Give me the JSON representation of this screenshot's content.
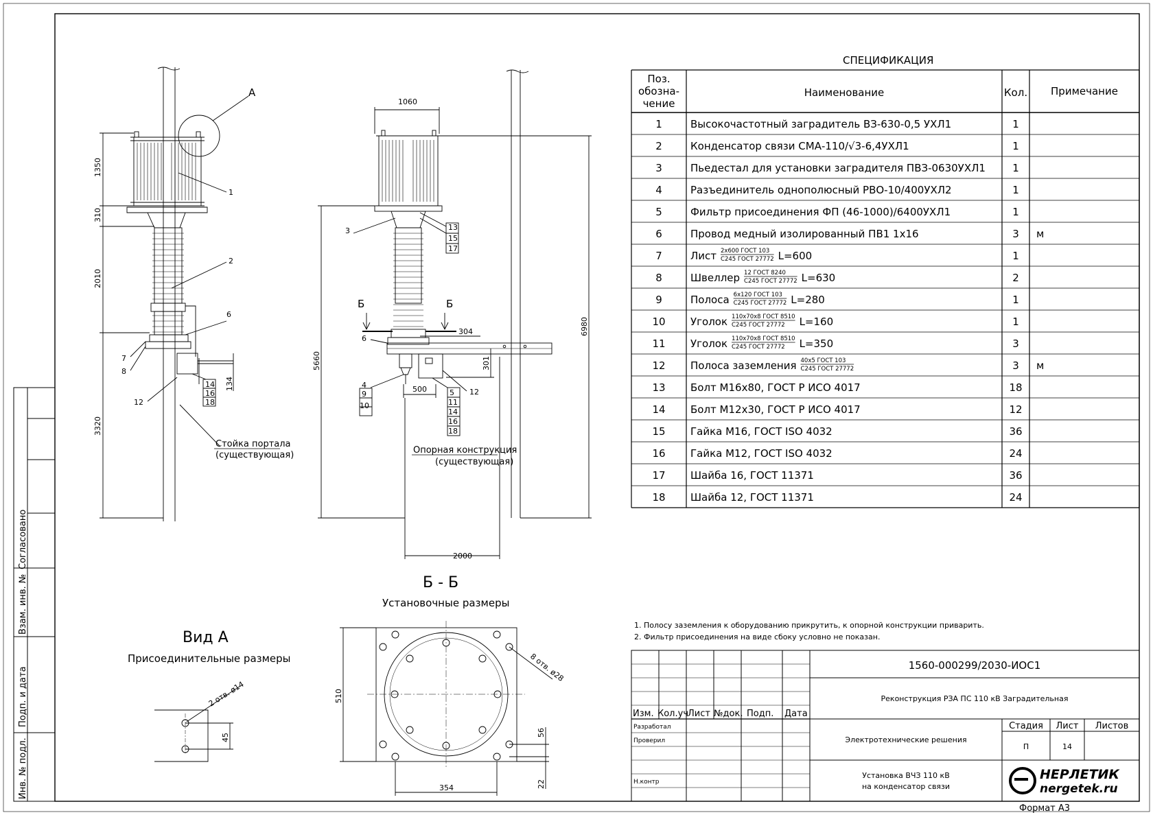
{
  "spec": {
    "title": "СПЕЦИФИКАЦИЯ",
    "headers": {
      "pos": [
        "Поз.",
        "обозна-",
        "чение"
      ],
      "name": "Наименование",
      "qty": "Кол.",
      "note": "Примечание"
    },
    "rows": [
      {
        "pos": "1",
        "name": "Высокочастотный заградитель ВЗ-630-0,5 УХЛ1",
        "qty": "1",
        "note": ""
      },
      {
        "pos": "2",
        "name": "Конденсатор связи СМА-110/√3-6,4УХЛ1",
        "qty": "1",
        "note": ""
      },
      {
        "pos": "3",
        "name": "Пьедестал для установки заградителя ПВЗ-0630УХЛ1",
        "qty": "1",
        "note": ""
      },
      {
        "pos": "4",
        "name": "Разъединитель однополюсный РВО-10/400УХЛ2",
        "qty": "1",
        "note": ""
      },
      {
        "pos": "5",
        "name": "Фильтр присоединения ФП (46-1000)/6400УХЛ1",
        "qty": "1",
        "note": ""
      },
      {
        "pos": "6",
        "name": "Провод медный изолированный ПВ1 1х16",
        "qty": "3",
        "note": "м"
      },
      {
        "pos": "7",
        "name": "Лист",
        "top": "2х600 ГОСТ 103",
        "bottom": "С245 ГОСТ 27772",
        "suffix": "L=600",
        "qty": "1",
        "note": ""
      },
      {
        "pos": "8",
        "name": "Швеллер",
        "top": "12 ГОСТ 8240",
        "bottom": "С245 ГОСТ 27772",
        "suffix": "L=630",
        "qty": "2",
        "note": ""
      },
      {
        "pos": "9",
        "name": "Полоса",
        "top": "6х120 ГОСТ 103",
        "bottom": "С245 ГОСТ 27772",
        "suffix": "L=280",
        "qty": "1",
        "note": ""
      },
      {
        "pos": "10",
        "name": "Уголок",
        "top": "110х70х8 ГОСТ 8510",
        "bottom": "С245 ГОСТ 27772",
        "suffix": "L=160",
        "qty": "1",
        "note": ""
      },
      {
        "pos": "11",
        "name": "Уголок",
        "top": "110х70х8 ГОСТ 8510",
        "bottom": "С245 ГОСТ 27772",
        "suffix": "L=350",
        "qty": "3",
        "note": ""
      },
      {
        "pos": "12",
        "name": "Полоса заземления",
        "top": "40х5 ГОСТ 103",
        "bottom": "С245 ГОСТ 27772",
        "suffix": "",
        "qty": "3",
        "note": "м"
      },
      {
        "pos": "13",
        "name": "Болт М16х80, ГОСТ Р ИСО 4017",
        "qty": "18",
        "note": ""
      },
      {
        "pos": "14",
        "name": "Болт М12х30, ГОСТ Р ИСО 4017",
        "qty": "12",
        "note": ""
      },
      {
        "pos": "15",
        "name": "Гайка М16, ГОСТ ISO 4032",
        "qty": "36",
        "note": ""
      },
      {
        "pos": "16",
        "name": "Гайка М12, ГОСТ ISO 4032",
        "qty": "24",
        "note": ""
      },
      {
        "pos": "17",
        "name": "Шайба 16, ГОСТ 11371",
        "qty": "36",
        "note": ""
      },
      {
        "pos": "18",
        "name": "Шайба 12, ГОСТ 11371",
        "qty": "24",
        "note": ""
      }
    ]
  },
  "notes": [
    "1. Полосу заземления к оборудованию прикрутить, к опорной конструкции приварить.",
    "2. Фильтр присоединения на виде сбоку условно не показан."
  ],
  "title_block": {
    "code": "1560-000299/2030-ИОС1",
    "project": "Реконструкция РЗА ПС 110 кВ Заградительная",
    "section": "Электротехнические решения",
    "drawing": [
      "Установка ВЧЗ 110 кВ",
      "на конденсатор связи"
    ],
    "cols": {
      "izm": "Изм.",
      "kol": "Кол.уч",
      "list": "Лист",
      "ndok": "№док.",
      "podp": "Подп.",
      "data": "Дата"
    },
    "roles": {
      "razr": "Разработал",
      "prov": "Проверил",
      "nkontr": "Н.контр"
    },
    "stage_label": "Стадия",
    "sheet_label": "Лист",
    "sheets_label": "Листов",
    "stage": "П",
    "sheet": "14",
    "logo_line1": "НЕРЛЕТИК",
    "logo_line2": "nergetek.ru",
    "format": "Формат А3"
  },
  "side_stamp": {
    "soglasovano": "Согласовано",
    "vzam": "Взам. инв. №",
    "podp": "Подп. и дата",
    "inv": "Инв. № подл."
  },
  "views": {
    "section_title": "Б - Б",
    "section_sub": "Установочные размеры",
    "view_title": "Вид А",
    "view_sub": "Присоединительные размеры",
    "stoyka": [
      "Стойка портала",
      "(существующая)"
    ],
    "opora": [
      "Опорная конструкция",
      "(существующая)"
    ],
    "mark_a": "А",
    "mark_b": "Б",
    "dims_left": [
      "1350",
      "310",
      "2010",
      "3320",
      "134"
    ],
    "dims_mid": [
      "1060",
      "5660",
      "6980",
      "304",
      "301",
      "500",
      "2000"
    ],
    "dims_bottom": [
      "510",
      "354",
      "56",
      "22",
      "45"
    ],
    "holes_8": "8 отв. ø28",
    "holes_2": "2 отв. ø14",
    "labels_left": [
      "1",
      "2",
      "6",
      "7",
      "8",
      "12"
    ],
    "labels_left_box": [
      "14",
      "16",
      "18"
    ],
    "labels_mid": [
      "3",
      "6",
      "4",
      "9",
      "10",
      "12"
    ],
    "labels_mid_box_top": [
      "13",
      "15",
      "17"
    ],
    "labels_mid_box_bot": [
      "5",
      "11",
      "14",
      "16",
      "18"
    ]
  }
}
